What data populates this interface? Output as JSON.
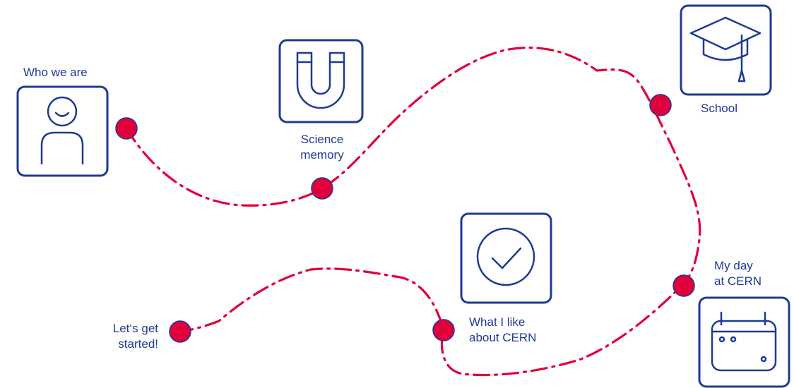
{
  "diagram": {
    "steps": [
      {
        "id": "who-we-are",
        "lines": [
          "Who we are"
        ]
      },
      {
        "id": "science-memory",
        "lines": [
          "Science",
          "memory"
        ]
      },
      {
        "id": "school",
        "lines": [
          "School"
        ]
      },
      {
        "id": "my-day-at-cern",
        "lines": [
          "My day",
          "at CERN"
        ]
      },
      {
        "id": "what-i-like",
        "lines": [
          "What I like",
          "about CERN"
        ]
      },
      {
        "id": "lets-get-started",
        "lines": [
          "Let‘s get",
          "started!"
        ]
      }
    ],
    "colors": {
      "accent": "#e0003c",
      "ink": "#1f3a93"
    },
    "icons": [
      "person-icon",
      "magnet-icon",
      "graduation-cap-icon",
      "calendar-icon",
      "checkmark-icon"
    ]
  }
}
